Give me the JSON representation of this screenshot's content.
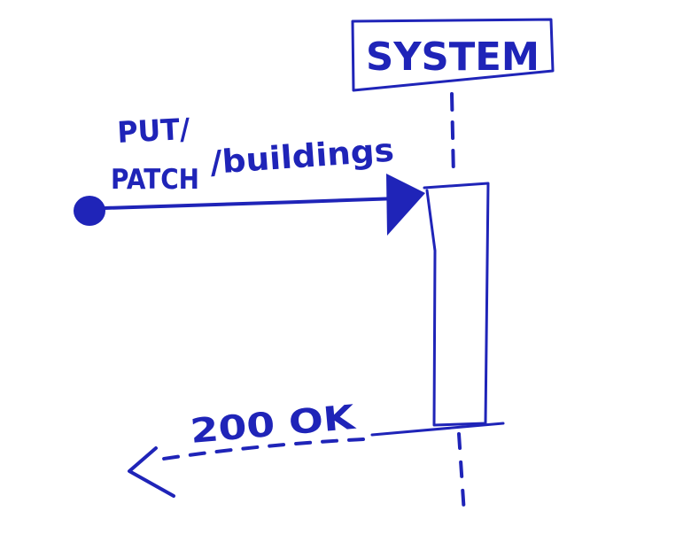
{
  "colors": {
    "ink": "#1f24b8",
    "paper": "#ffffff"
  },
  "diagram": {
    "participant": {
      "label": "SYSTEM"
    },
    "request": {
      "method_line1": "PUT/",
      "method_line2": "PATCH",
      "path": "/buildings"
    },
    "response": {
      "label": "200 OK"
    }
  }
}
